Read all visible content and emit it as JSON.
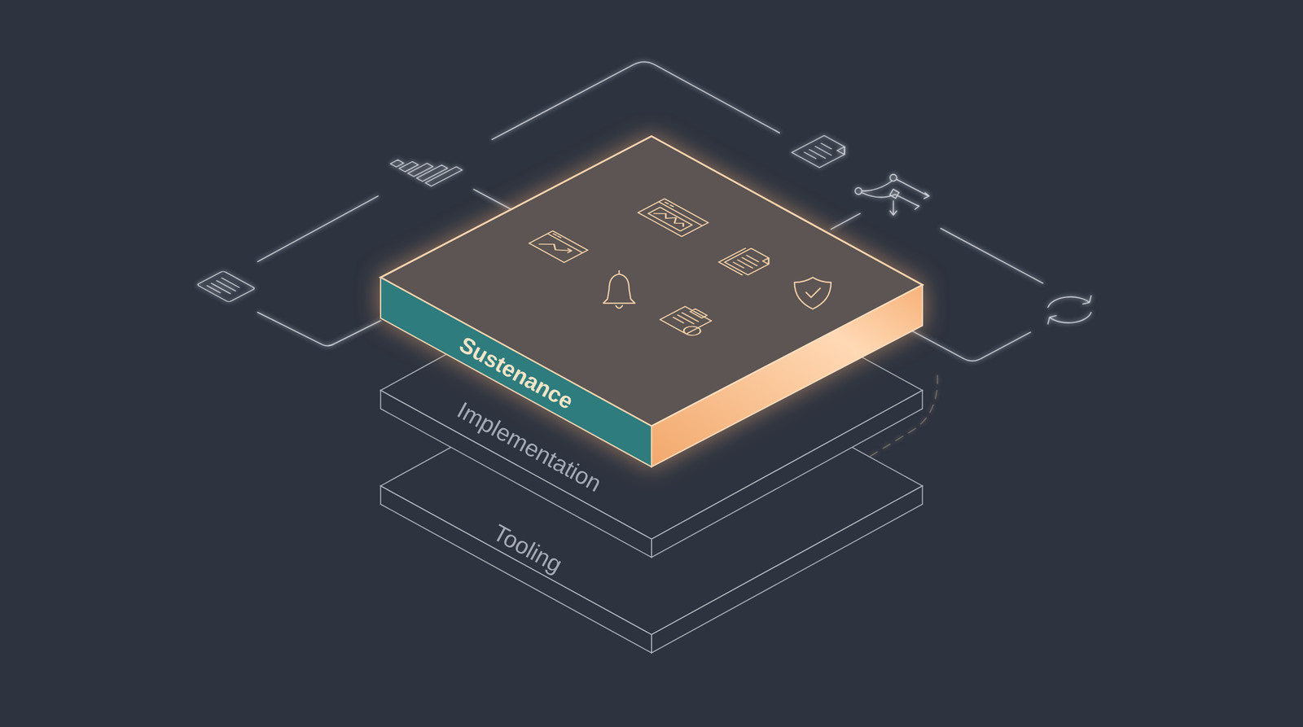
{
  "diagram": {
    "nodes": [
      {
        "text": [
          "Sustenance"
        ]
      },
      {
        "text": [
          "Implementation"
        ]
      },
      {
        "text": [
          "Tooling"
        ]
      }
    ]
  }
}
